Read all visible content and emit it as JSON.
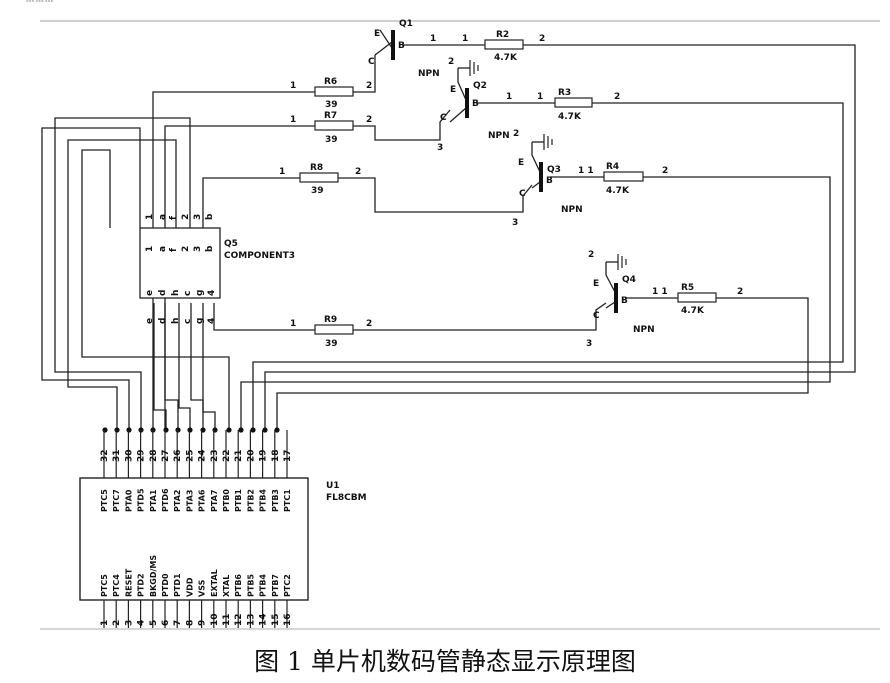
{
  "caption": "图 1 单片机数码管静态显示原理图",
  "top_fragment": "………",
  "transistors": [
    {
      "ref": "Q1",
      "type": ""
    },
    {
      "ref": "Q2",
      "type": "NPN"
    },
    {
      "ref": "Q3",
      "type": "NPN"
    },
    {
      "ref": "Q4",
      "type": "NPN"
    }
  ],
  "resistors": [
    {
      "ref": "R2",
      "value": "4.7K",
      "pin1": "1",
      "pin2": "2"
    },
    {
      "ref": "R3",
      "value": "4.7K",
      "pin1": "1",
      "pin2": "2"
    },
    {
      "ref": "R4",
      "value": "4.7K",
      "pin1": "1",
      "pin2": "2"
    },
    {
      "ref": "R5",
      "value": "4.7K",
      "pin1": "1",
      "pin2": "2"
    },
    {
      "ref": "R6",
      "value": "39",
      "pin1": "1",
      "pin2": "2"
    },
    {
      "ref": "R7",
      "value": "39",
      "pin1": "1",
      "pin2": "2"
    },
    {
      "ref": "R8",
      "value": "39",
      "pin1": "1",
      "pin2": "2"
    },
    {
      "ref": "R9",
      "value": "39",
      "pin1": "1",
      "pin2": "2"
    }
  ],
  "display": {
    "ref": "Q5",
    "name": "COMPONENT3",
    "top_pins": [
      "1",
      "a",
      "f",
      "2",
      "3",
      "b"
    ],
    "bottom_pins": [
      "e",
      "d",
      "h",
      "c",
      "g",
      "4"
    ]
  },
  "mcu": {
    "ref": "U1",
    "name": "FL8CBM",
    "top_pin_numbers": [
      "32",
      "31",
      "30",
      "29",
      "28",
      "27",
      "26",
      "25",
      "24",
      "23",
      "22",
      "21",
      "20",
      "19",
      "18",
      "17"
    ],
    "top_pin_names": [
      "PTC5",
      "PTC7",
      "PTA0",
      "PTD5",
      "PTA1",
      "PTD6",
      "PTA2",
      "PTA3",
      "PTA6",
      "PTA7",
      "PTB0",
      "PTB1",
      "PTB2",
      "PTB4",
      "PTB3",
      "PTC1"
    ],
    "bottom_pin_names": [
      "PTC5",
      "PTC4",
      "RESET",
      "PTD2",
      "BKGD/MS",
      "PTD0",
      "PTD1",
      "VDD",
      "VSS",
      "EXTAL",
      "XTAL",
      "PTB6",
      "PTB5",
      "PTB4",
      "PTB7",
      "PTC2"
    ],
    "bottom_pin_numbers": [
      "1",
      "2",
      "3",
      "4",
      "5",
      "6",
      "7",
      "8",
      "9",
      "10",
      "11",
      "12",
      "13",
      "14",
      "15",
      "16"
    ]
  },
  "pin_marks": {
    "B": "B",
    "C": "C",
    "E": "E",
    "n2": "2",
    "n3": "3",
    "n11": "1 1"
  }
}
